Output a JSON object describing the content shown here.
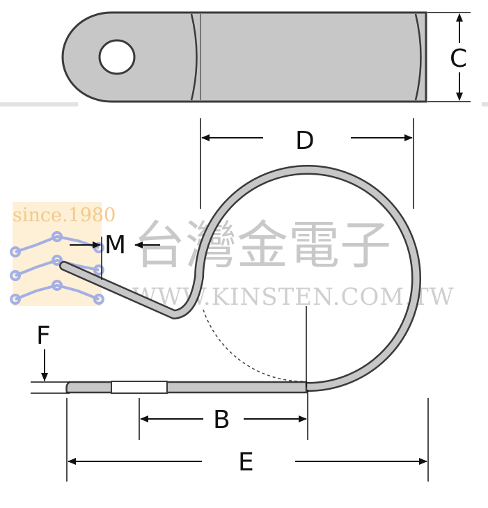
{
  "diagram": {
    "labels": {
      "C": "C",
      "D": "D",
      "M": "M",
      "F": "F",
      "B": "B",
      "E": "E"
    }
  },
  "watermark": {
    "company_cn": "台灣金電子",
    "website": "WWW.KINSTEN.COM.TW",
    "since": "since.1980"
  },
  "colors": {
    "metal_fill": "#c7c7c7",
    "outline": "#3a3a3a",
    "dimension": "#111111",
    "watermark_gray": "#c9c9c9",
    "logo_orange": "#f6cf8e",
    "logo_blue": "#8fa0e8"
  }
}
